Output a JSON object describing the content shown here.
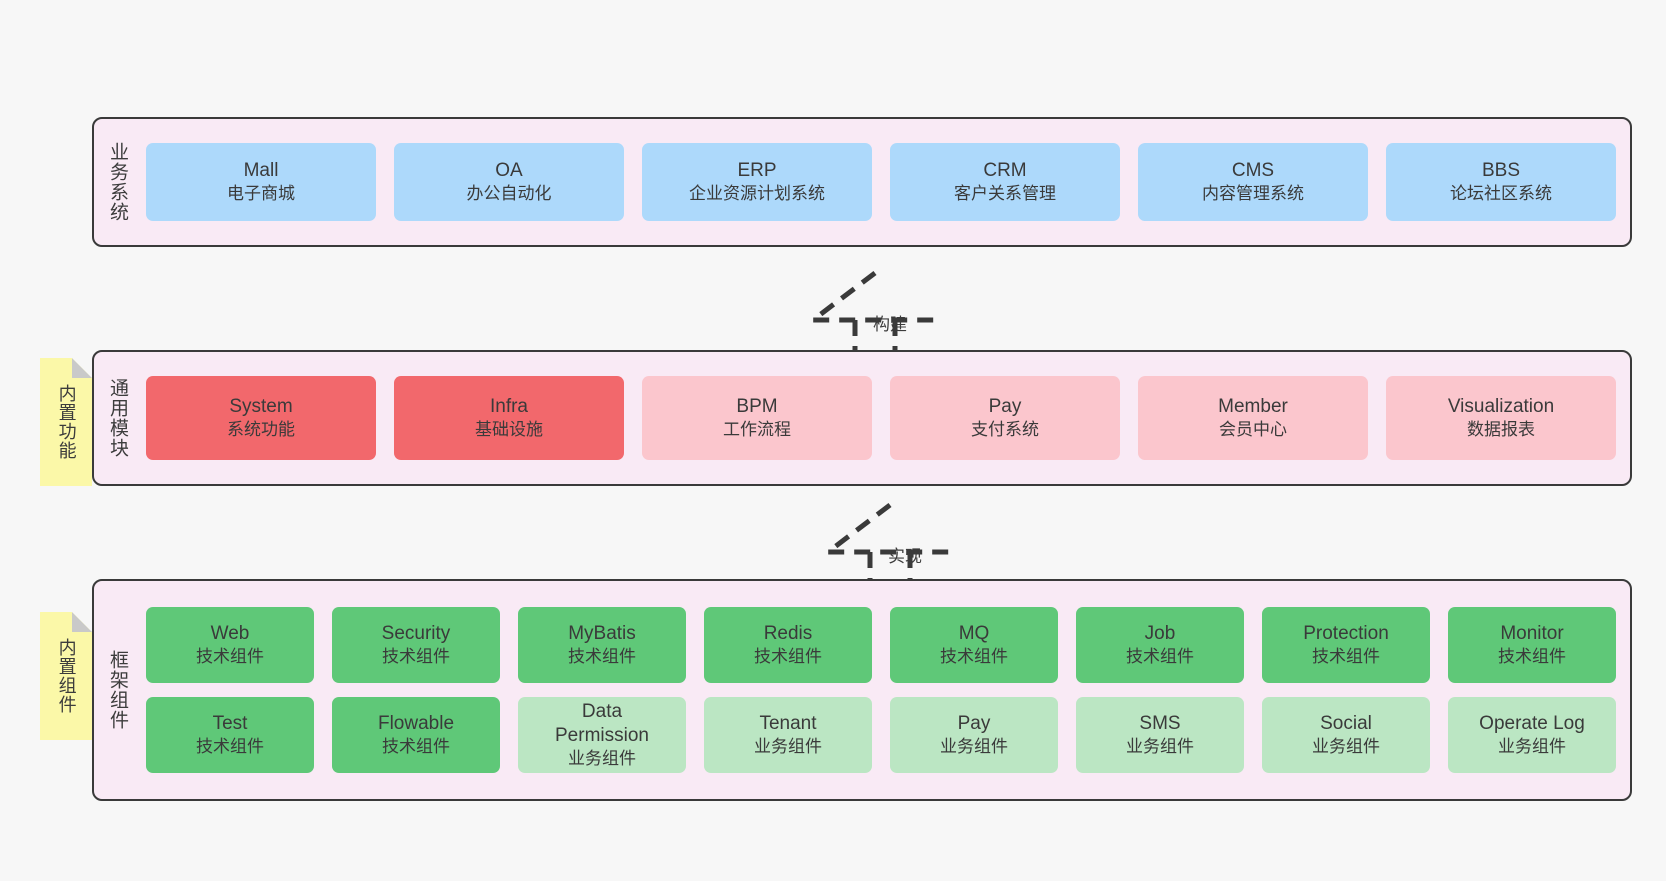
{
  "diagram": {
    "background_color": "#f7f7f7",
    "panel_color": "#f9eaf5",
    "note_color": "#fbf8a8"
  },
  "layers": [
    {
      "id": "business",
      "title": "业务系统",
      "note": null,
      "rows": [
        {
          "nodes": [
            {
              "en": "Mall",
              "cn": "电子商城",
              "color": "blue"
            },
            {
              "en": "OA",
              "cn": "办公自动化",
              "color": "blue"
            },
            {
              "en": "ERP",
              "cn": "企业资源计划系统",
              "color": "blue"
            },
            {
              "en": "CRM",
              "cn": "客户关系管理",
              "color": "blue"
            },
            {
              "en": "CMS",
              "cn": "内容管理系统",
              "color": "blue"
            },
            {
              "en": "BBS",
              "cn": "论坛社区系统",
              "color": "blue"
            }
          ]
        }
      ]
    },
    {
      "id": "module",
      "title": "通用模块",
      "note": "内置功能",
      "rows": [
        {
          "nodes": [
            {
              "en": "System",
              "cn": "系统功能",
              "color": "red"
            },
            {
              "en": "Infra",
              "cn": "基础设施",
              "color": "red"
            },
            {
              "en": "BPM",
              "cn": "工作流程",
              "color": "pink"
            },
            {
              "en": "Pay",
              "cn": "支付系统",
              "color": "pink"
            },
            {
              "en": "Member",
              "cn": "会员中心",
              "color": "pink"
            },
            {
              "en": "Visualization",
              "cn": "数据报表",
              "color": "pink"
            }
          ]
        }
      ]
    },
    {
      "id": "component",
      "title": "框架组件",
      "note": "内置组件",
      "rows": [
        {
          "nodes": [
            {
              "en": "Web",
              "cn": "技术组件",
              "color": "green"
            },
            {
              "en": "Security",
              "cn": "技术组件",
              "color": "green"
            },
            {
              "en": "MyBatis",
              "cn": "技术组件",
              "color": "green"
            },
            {
              "en": "Redis",
              "cn": "技术组件",
              "color": "green"
            },
            {
              "en": "MQ",
              "cn": "技术组件",
              "color": "green"
            },
            {
              "en": "Job",
              "cn": "技术组件",
              "color": "green"
            },
            {
              "en": "Protection",
              "cn": "技术组件",
              "color": "green"
            },
            {
              "en": "Monitor",
              "cn": "技术组件",
              "color": "green"
            }
          ]
        },
        {
          "nodes": [
            {
              "en": "Test",
              "cn": "技术组件",
              "color": "green"
            },
            {
              "en": "Flowable",
              "cn": "技术组件",
              "color": "green"
            },
            {
              "en": "Data Permission",
              "cn": "业务组件",
              "color": "lightgreen"
            },
            {
              "en": "Tenant",
              "cn": "业务组件",
              "color": "lightgreen"
            },
            {
              "en": "Pay",
              "cn": "业务组件",
              "color": "lightgreen"
            },
            {
              "en": "SMS",
              "cn": "业务组件",
              "color": "lightgreen"
            },
            {
              "en": "Social",
              "cn": "业务组件",
              "color": "lightgreen"
            },
            {
              "en": "Operate Log",
              "cn": "业务组件",
              "color": "lightgreen"
            }
          ]
        }
      ]
    }
  ],
  "connectors": [
    {
      "id": "build",
      "label": "构建"
    },
    {
      "id": "implement",
      "label": "实现"
    }
  ]
}
